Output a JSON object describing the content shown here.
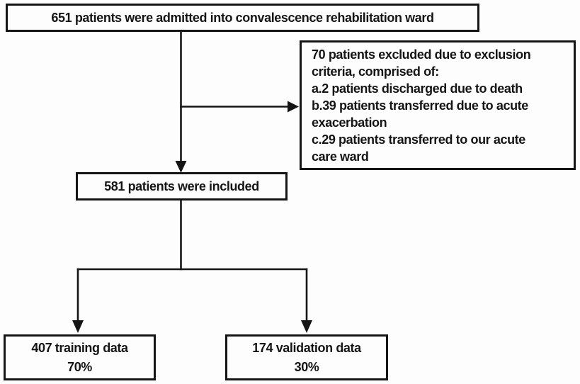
{
  "flowchart": {
    "admitted": {
      "label": "651 patients were admitted into convalescence rehabilitation ward"
    },
    "excluded": {
      "label": "70 patients excluded due to exclusion\ncriteria, comprised of:\na.2 patients discharged due to death\nb.39 patients transferred due to acute\nexacerbation\nc.29 patients transferred to our acute\ncare ward"
    },
    "included": {
      "label": "581 patients were included"
    },
    "training": {
      "label": "407 training data\n70%"
    },
    "validation": {
      "label": "174 validation data\n30%"
    }
  },
  "colors": {
    "line": "#151515",
    "box_border": "#151515",
    "text": "#151515",
    "background": "#fdfdfd"
  }
}
